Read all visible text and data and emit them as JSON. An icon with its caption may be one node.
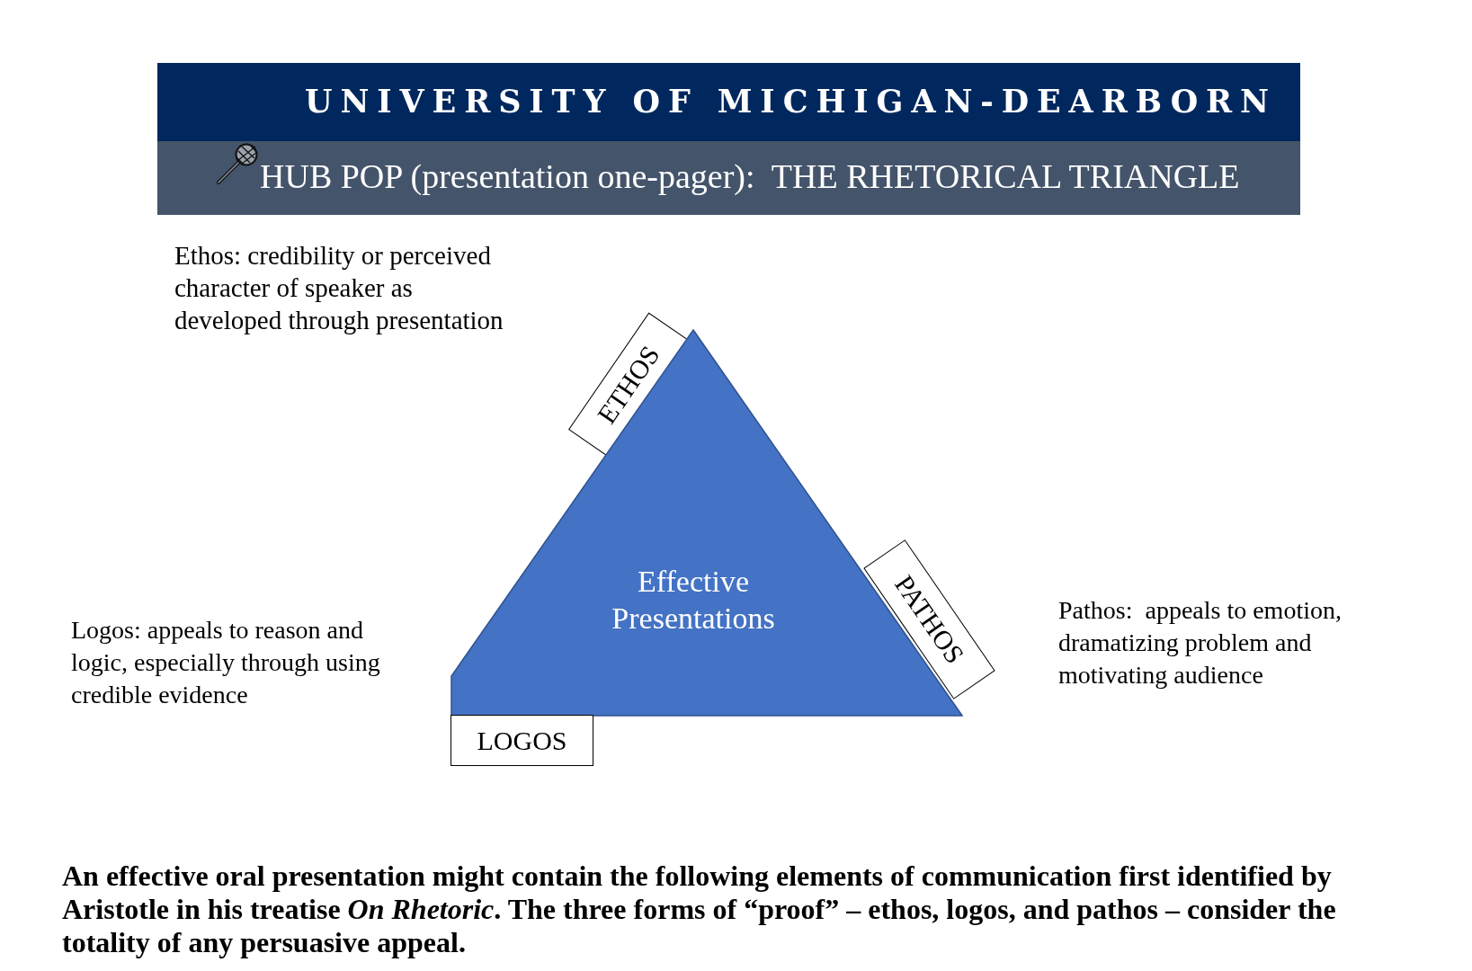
{
  "diagram": {
    "title": "HUB POP (presentation one-pager):  THE RHETORICAL TRIANGLE",
    "nodes": [
      {
        "text": [
          "UNIVERSITY OF MICHIGAN-DEARBORN"
        ]
      },
      {
        "text": [
          "ETHOS"
        ]
      },
      {
        "text": [
          "Effective Presentations"
        ]
      },
      {
        "text": [
          "PATHOS"
        ]
      },
      {
        "text": [
          "LOGOS"
        ]
      }
    ],
    "labels": [
      "Ethos: credibility or perceived character of speaker as developed through presentation",
      "Logos: appeals to reason and logic, especially through using credible evidence",
      "Pathos:  appeals to emotion, dramatizing problem and motivating audience"
    ],
    "caption": "An effective oral presentation might contain the following elements of communication first identified by Aristotle in his treatise *On Rhetoric*. The three forms of “proof” – ethos, logos, and pathos – consider the totality of any persuasive appeal."
  }
}
